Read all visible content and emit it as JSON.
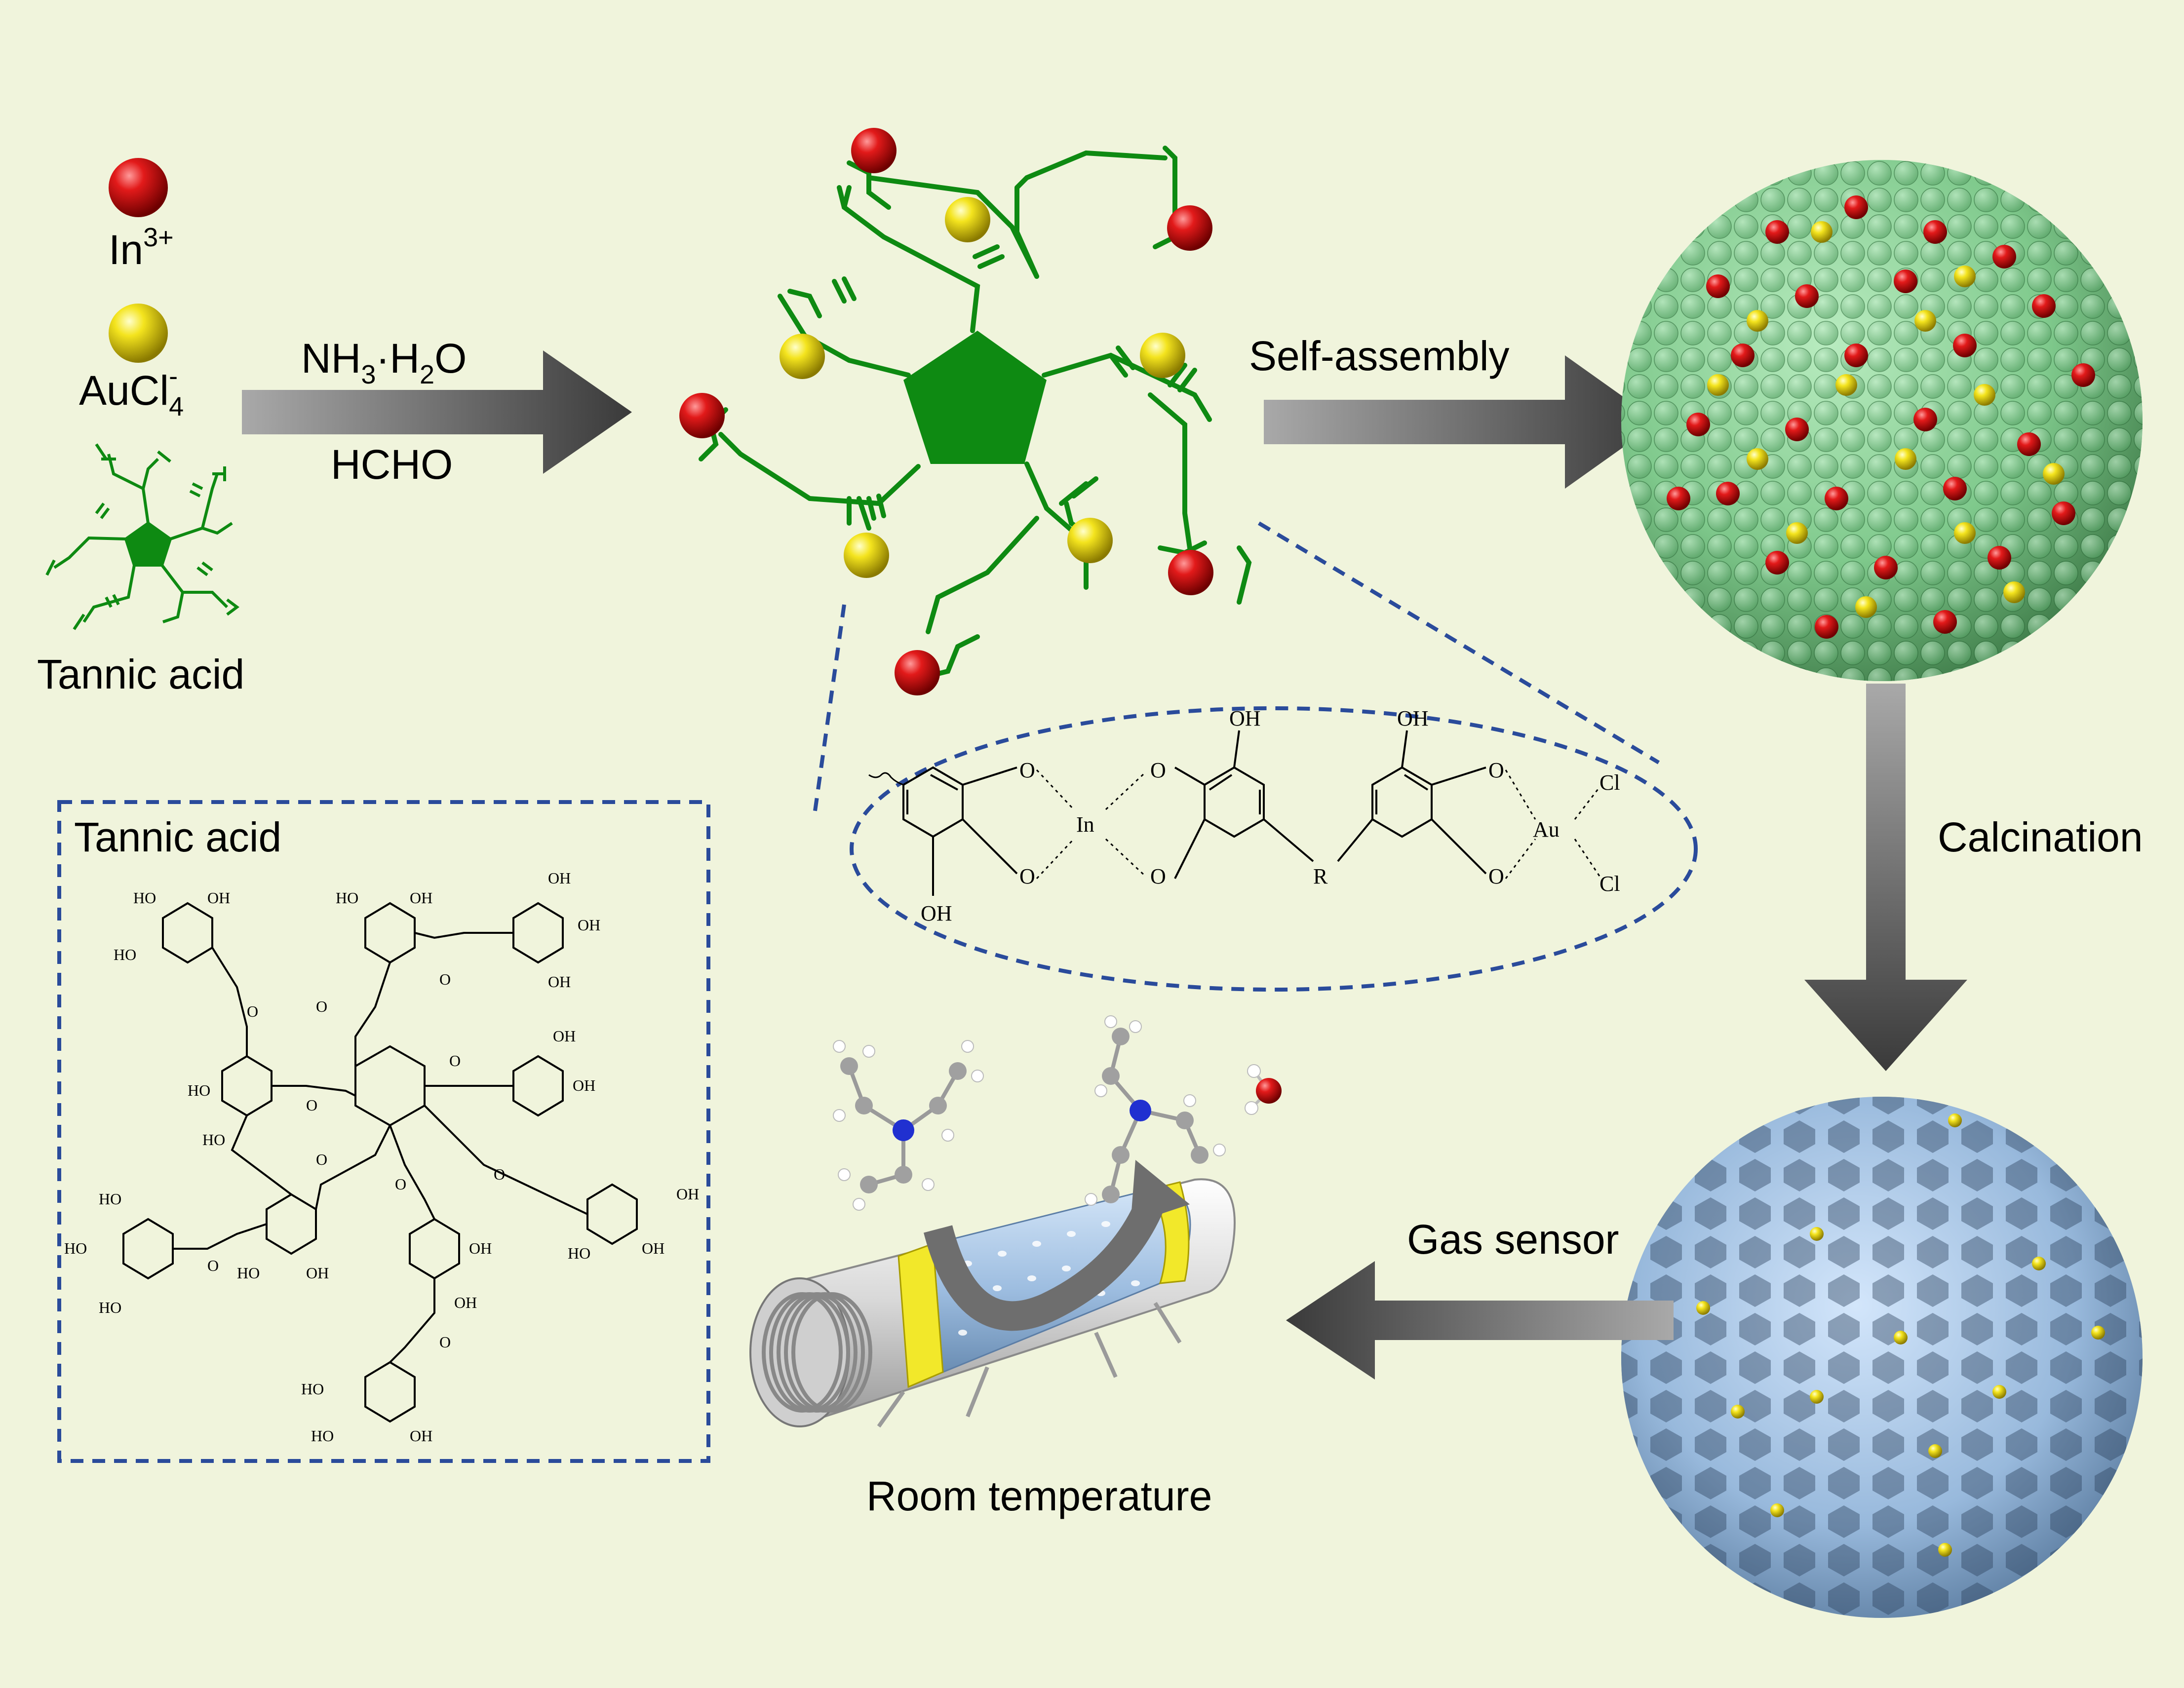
{
  "legend": {
    "in_ion": "In",
    "in_ion_sup": "3+",
    "au_ion": "AuCl",
    "au_ion_sub": "4",
    "au_ion_sup": "-",
    "tannic_acid": "Tannic acid"
  },
  "step1": {
    "reagent_top_main": "NH",
    "reagent_top_sub1": "3",
    "reagent_top_mid": "·H",
    "reagent_top_sub2": "2",
    "reagent_top_end": "O",
    "reagent_bottom": "HCHO"
  },
  "step2": {
    "label": "Self-assembly"
  },
  "step3": {
    "label": "Calcination"
  },
  "step4": {
    "label": "Gas sensor"
  },
  "sensor": {
    "caption": "Room temperature"
  },
  "inset_box": {
    "title": "Tannic acid"
  },
  "chelate": {
    "o1": "O",
    "o2": "O",
    "oh_bottom": "OH",
    "in": "In",
    "o3": "O",
    "o4": "O",
    "oh_top1": "OH",
    "r": "R",
    "oh_top2": "OH",
    "o5": "O",
    "o6": "O",
    "au": "Au",
    "cl1": "Cl",
    "cl2": "Cl"
  },
  "structure_labels": {
    "oh": "OH",
    "ho": "HO",
    "o": "O"
  },
  "colors": {
    "background": "#f0f4dc",
    "green": "#0e8a12",
    "red_ion": "#d91414",
    "yellow_ion": "#f2e020",
    "arrow_gray": "#6e6e6e",
    "dashed_blue": "#2a4b9b",
    "sphere_green": "#8fd49a",
    "sphere_blue": "#9bbde0"
  }
}
